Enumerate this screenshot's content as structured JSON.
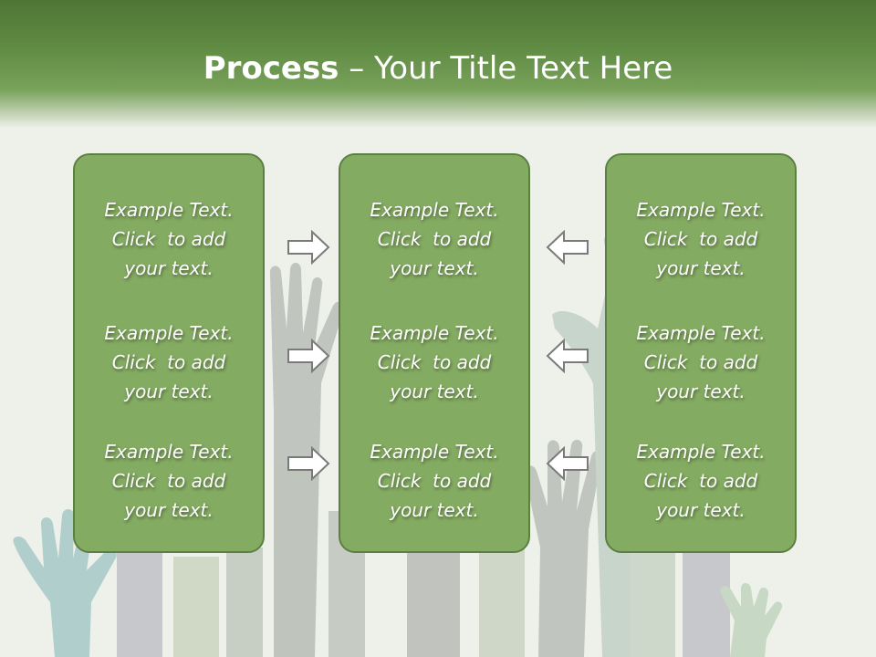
{
  "slide": {
    "title_bold": "Process",
    "title_rest": " – Your Title Text Here"
  },
  "columns": [
    {
      "items": [
        "Example Text.\nClick  to add\nyour text.",
        "Example Text.\nClick  to add\nyour text.",
        "Example Text.\nClick  to add\nyour text."
      ]
    },
    {
      "items": [
        "Example Text.\nClick  to add\nyour text.",
        "Example Text.\nClick  to add\nyour text.",
        "Example Text.\nClick  to add\nyour text."
      ]
    },
    {
      "items": [
        "Example Text.\nClick  to add\nyour text.",
        "Example Text.\nClick  to add\nyour text.",
        "Example Text.\nClick  to add\nyour text."
      ]
    }
  ],
  "colors": {
    "header": "#5f8a42",
    "panel": "#84ab62",
    "panel_border": "#5c7f42",
    "background": "#eef0ea"
  },
  "icons": {
    "arrows_left_group": "right-arrow-outline",
    "arrows_right_group": "left-arrow-outline",
    "background": "raised-hands-silhouettes"
  }
}
